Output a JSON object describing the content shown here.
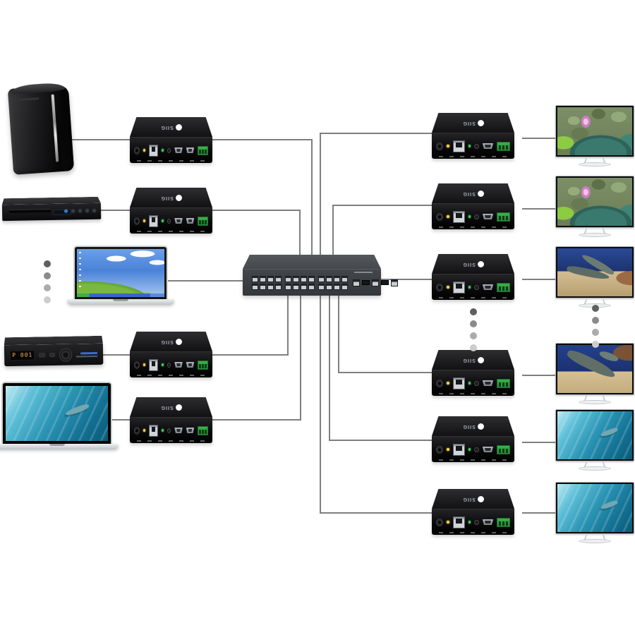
{
  "brand_logo": "SIIG",
  "stb": {
    "display": "P 001"
  },
  "network": {
    "switch_ports": 24,
    "uplink_combo_ports": 2
  },
  "devices": {
    "sources": [
      "desktop-pc-tower",
      "dvd-player",
      "laptop-windows-xp",
      "set-top-box",
      "macbook-laptop"
    ],
    "transmitter_count": 4,
    "receiver_count": 6,
    "monitor_art": [
      "lotus-flower",
      "lotus-flower",
      "lizards-on-sand",
      "lizard-closeup",
      "underwater-swimmer",
      "underwater-swimmer"
    ]
  },
  "colors": {
    "background": "#ffffff",
    "cable": "#7f7f7f",
    "device_black": "#0e0e10",
    "switch_gray": "#3b3f43",
    "led_yellow": "#ffd83d",
    "led_green": "#46d05a",
    "terminal_green": "#2f9e44",
    "stb_display_amber": "#ffb357",
    "stb_brand_blue": "#2f6fd8"
  }
}
